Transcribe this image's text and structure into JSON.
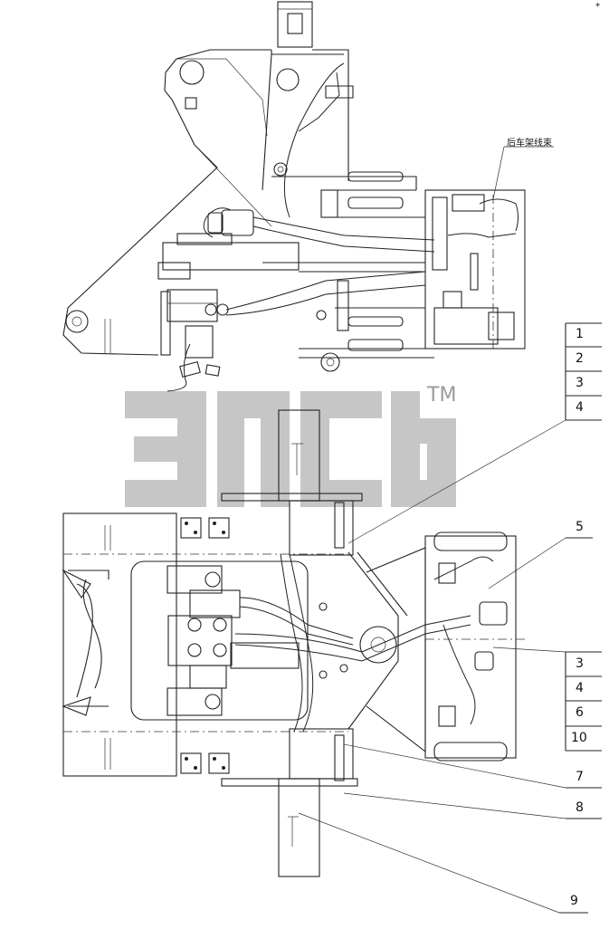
{
  "drawing": {
    "harness_note": "后车架线束",
    "corner_mark": "*"
  },
  "watermark": {
    "trademark": "TM"
  },
  "callouts": {
    "right_top": [
      "1",
      "2",
      "3",
      "4"
    ],
    "right_mid_5": "5",
    "right_mid": [
      "3",
      "4",
      "6",
      "10"
    ],
    "bottom": [
      "7",
      "8",
      "9"
    ]
  }
}
